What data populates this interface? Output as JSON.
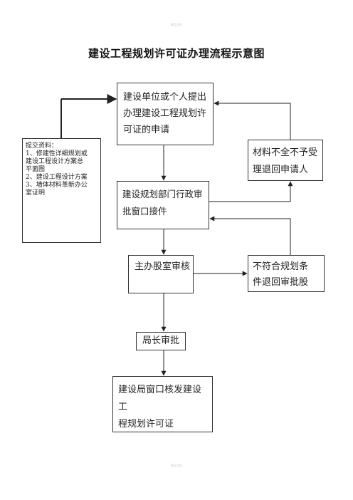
{
  "header": {
    "text": "精品文档"
  },
  "title": "建设工程规划许可证办理流程示意图",
  "nodes": {
    "apply": {
      "lines": [
        "建设单位或个人提出",
        "办理建设工程规划许",
        "可证的申请"
      ]
    },
    "return_incomplete": {
      "lines": [
        "材料不全不予受",
        "理退回申请人"
      ]
    },
    "window_receive": {
      "lines": [
        "建设规划部门行政审",
        "批窗口接件"
      ]
    },
    "section_review": {
      "lines": [
        "主办股室审核"
      ]
    },
    "return_nonconform": {
      "lines": [
        "不符合规划条",
        "件退回审批股"
      ]
    },
    "director_approve": {
      "lines": [
        "局长审批"
      ]
    },
    "issue_permit": {
      "lines": [
        "建设局窗口核发建设工",
        "程规划许可证"
      ]
    }
  },
  "materials": {
    "heading": "提交资料：",
    "items": [
      "1、修建性详细规划或",
      "建设工程设计方案总",
      "平面图",
      "2、建设工程设计方案",
      "3、墙体材料革新办公",
      "室证明"
    ]
  },
  "footer": {
    "text": "精品文档"
  }
}
